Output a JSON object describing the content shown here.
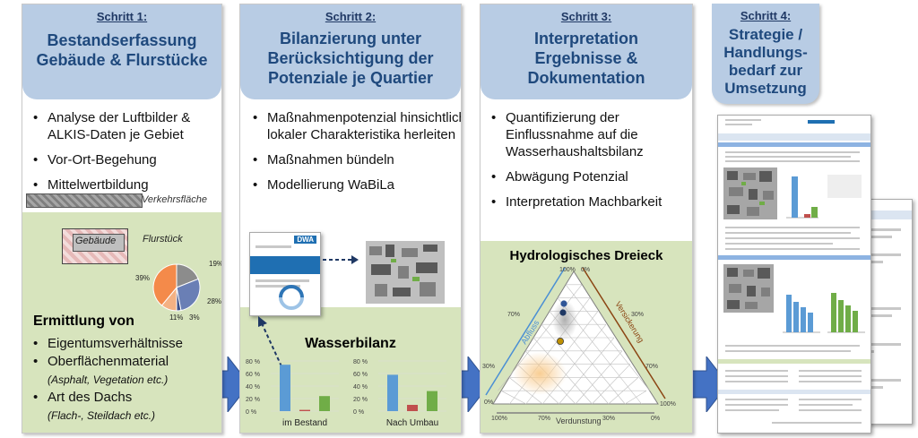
{
  "step1": {
    "schritt": "Schritt 1:",
    "title_lines": [
      "Bestandserfassung",
      "Gebäude & Flurstücke"
    ],
    "bullets": [
      "Analyse der Luftbilder & ALKIS-Daten je Gebiet",
      "Vor-Ort-Begehung",
      "Mittelwertbildung"
    ],
    "verkehrsflaeche": "Verkehrsfläche",
    "gebaeude": "Gebäude",
    "flurstueck": "Flurstück",
    "pie": {
      "slices": [
        19,
        28,
        3,
        11,
        39
      ],
      "labels": [
        "19%",
        "28%",
        "3%",
        "11%",
        "39%"
      ],
      "colors": [
        "#8c8c8c",
        "#6a7fb5",
        "#3c4f8a",
        "#f4b183",
        "#f48a4a"
      ]
    },
    "ermittlung": "Ermittlung von",
    "items": [
      {
        "label": "Eigentumsverhältnisse",
        "sub": ""
      },
      {
        "label": "Oberflächenmaterial",
        "sub": "(Asphalt, Vegetation etc.)"
      },
      {
        "label": "Art des Dachs",
        "sub": "(Flach-, Steildach etc.)"
      }
    ]
  },
  "step2": {
    "schritt": "Schritt 2:",
    "title_lines": [
      "Bilanzierung unter",
      "Berücksichtigung der",
      "Potenziale je Quartier"
    ],
    "bullets": [
      "Maßnahmenpotenzial hinsichtlich lokaler Charakteristika herleiten",
      "Maßnahmen bündeln",
      "Modellierung WaBiLa"
    ],
    "wasserbilanz": "Wasserbilanz",
    "charts": [
      {
        "label": "im Bestand",
        "ticks": [
          "80 %",
          "60 %",
          "40 %",
          "20 %",
          "0 %"
        ]
      },
      {
        "label": "Nach Umbau",
        "ticks": [
          "80 %",
          "60 %",
          "40 %",
          "20 %",
          "0 %"
        ]
      }
    ],
    "chart_data": [
      {
        "type": "bar",
        "title": "im Bestand",
        "series": [
          {
            "values": [
              74,
              2,
              24
            ]
          }
        ],
        "ylim": [
          0,
          80
        ]
      },
      {
        "type": "bar",
        "title": "Nach Umbau",
        "series": [
          {
            "values": [
              58,
              10,
              32
            ]
          }
        ],
        "ylim": [
          0,
          80
        ]
      }
    ],
    "dwa": "DWA"
  },
  "step3": {
    "schritt": "Schritt 3:",
    "title_lines": [
      "Interpretation",
      "Ergebnisse &",
      "Dokumentation"
    ],
    "bullets": [
      "Quantifizierung der Einflussnahme auf die Wasserhaushaltsbilanz",
      "Abwägung Potenzial",
      "Interpretation Machbarkeit"
    ],
    "dreieck": "Hydrologisches Dreieck",
    "axis_left": "Abfluss",
    "axis_right": "Versickerung",
    "axis_bottom": "Verdunstung",
    "ticks": [
      "100%",
      "70%",
      "30%",
      "0%",
      "0%",
      "30%",
      "70%",
      "100%",
      "100%",
      "70%",
      "30%",
      "0%"
    ]
  },
  "step4": {
    "schritt": "Schritt 4:",
    "title_lines": [
      "Strategie /",
      "Handlungs-",
      "bedarf zur",
      "Umsetzung"
    ]
  },
  "colors": {
    "head": "#b8cce4",
    "title": "#1f497d",
    "green": "#d7e4bd",
    "arrow": "#4472c4",
    "bar_blue": "#5b9bd5",
    "bar_red": "#c0504d",
    "bar_green": "#70ad47"
  }
}
